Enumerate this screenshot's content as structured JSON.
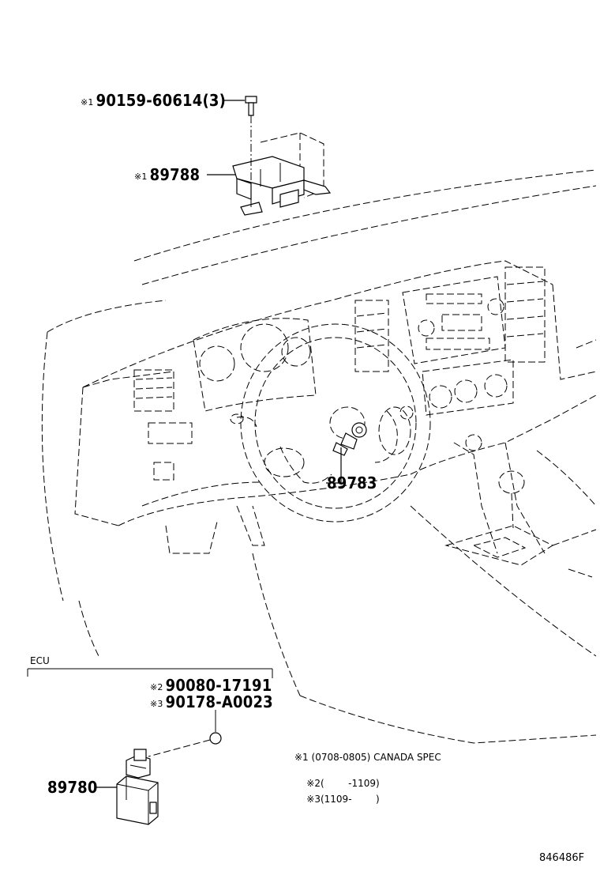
{
  "labels": {
    "bolt": {
      "mark": "※1",
      "text": "90159-60614(3)"
    },
    "bracket": {
      "mark": "※1",
      "text": "89788"
    },
    "sensor": {
      "text": "89783"
    },
    "ecu_part": {
      "text": "89780"
    },
    "clip_a": {
      "mark": "※2",
      "text": "90080-17191"
    },
    "clip_b": {
      "mark": "※3",
      "text": "90178-A0023"
    }
  },
  "ecu_section": {
    "title": "ECU"
  },
  "notes": [
    {
      "mark": "※1",
      "text": "(0708-0805) CANADA SPEC"
    },
    {
      "mark": "※2",
      "text": "(        -1109)"
    },
    {
      "mark": "※3",
      "text": "(1109-        )"
    }
  ],
  "drawing_id": "846486F"
}
